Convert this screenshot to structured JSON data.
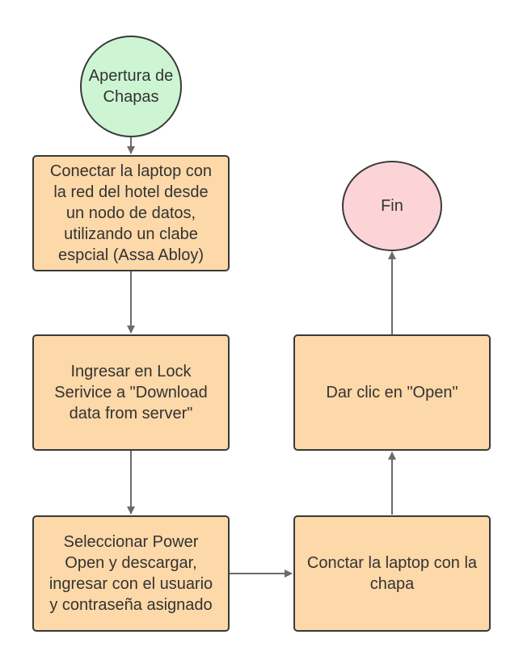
{
  "colors": {
    "start_fill": "#cdf5d4",
    "end_fill": "#fcd4d8",
    "process_fill": "#fdd8a8",
    "stroke": "#3a3a3a",
    "connector": "#6b6b6b",
    "text": "#333333"
  },
  "nodes": {
    "start": {
      "label": "Apertura de\nChapas"
    },
    "step_connect_network": {
      "label": "Conectar la laptop con\nla red del hotel desde\nun nodo de datos,\nutilizando un clabe\nespcial (Assa Abloy)"
    },
    "step_lock_service": {
      "label": "Ingresar en Lock\nSerivice a \"Download\ndata from server\""
    },
    "step_power_open": {
      "label": "Seleccionar Power\nOpen y descargar,\ningresar con el usuario\ny contraseña asignado"
    },
    "step_connect_lock": {
      "label": "Conctar la laptop con la\nchapa"
    },
    "step_click_open": {
      "label": "Dar clic en \"Open\""
    },
    "end": {
      "label": "Fin"
    }
  }
}
